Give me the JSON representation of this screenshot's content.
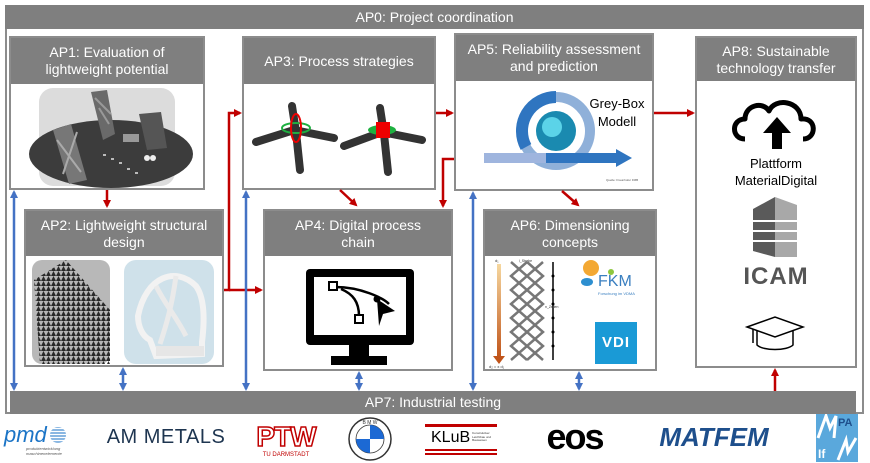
{
  "diagram": {
    "ap0": {
      "label": "AP0: Project coordination"
    },
    "ap7": {
      "label": "AP7: Industrial testing"
    },
    "boxes": {
      "ap1": {
        "title": "AP1: Evaluation of\nlightweight potential",
        "image": "build-plate-with-lightweight-parts"
      },
      "ap2": {
        "title": "AP2: Lightweight structural\ndesign",
        "images": [
          "lattice-structure-part",
          "topology-optimized-part"
        ]
      },
      "ap3": {
        "title": "AP3: Process strategies",
        "image": "strut-node-scan-strategies"
      },
      "ap4": {
        "title": "AP4: Digital process\nchain",
        "icon": "monitor-bezier-icon"
      },
      "ap5": {
        "title": "AP5: Reliability assessment\nand prediction",
        "caption": "Grey-Box\nModell",
        "small_text": "Quelle: Fraunhofer FMB"
      },
      "ap6": {
        "title": "AP6: Dimensioning\nconcepts",
        "labels": {
          "d1": "d₁",
          "l_strebe": "l_Strebe",
          "n_zellen": "n_Zellen",
          "d2": "d₂ = x d₁"
        },
        "fkm": {
          "name": "FKM",
          "sub": "Forschung im VDMA"
        },
        "vdi": "VDI"
      },
      "ap8": {
        "title": "AP8: Sustainable\ntechnology transfer",
        "platform": "Plattform\nMaterialDigital",
        "icam": "ICAM",
        "icons": [
          "cloud-upload-icon",
          "icam-logo",
          "graduation-cap-icon"
        ]
      }
    },
    "arrow_colors": {
      "dependency": "#c00000",
      "testing": "#4472c4"
    }
  },
  "partners": {
    "pmd": {
      "name": "pmd",
      "sub": "produktentwicklung\nmaschinenelemente"
    },
    "am_metals": {
      "name": "AM METALS"
    },
    "ptw": {
      "name": "PTW",
      "sub": "TU DARMSTADT"
    },
    "bmw": {
      "name": "BMW"
    },
    "klub": {
      "name": "KLuB",
      "sub": "Konstruktiver\nLeichtbau und\nBauweisen"
    },
    "eos": {
      "name": "eos"
    },
    "matfem": {
      "name": "MATFEM"
    },
    "mpa": {
      "name": "MPA",
      "sub": "IfW"
    }
  }
}
